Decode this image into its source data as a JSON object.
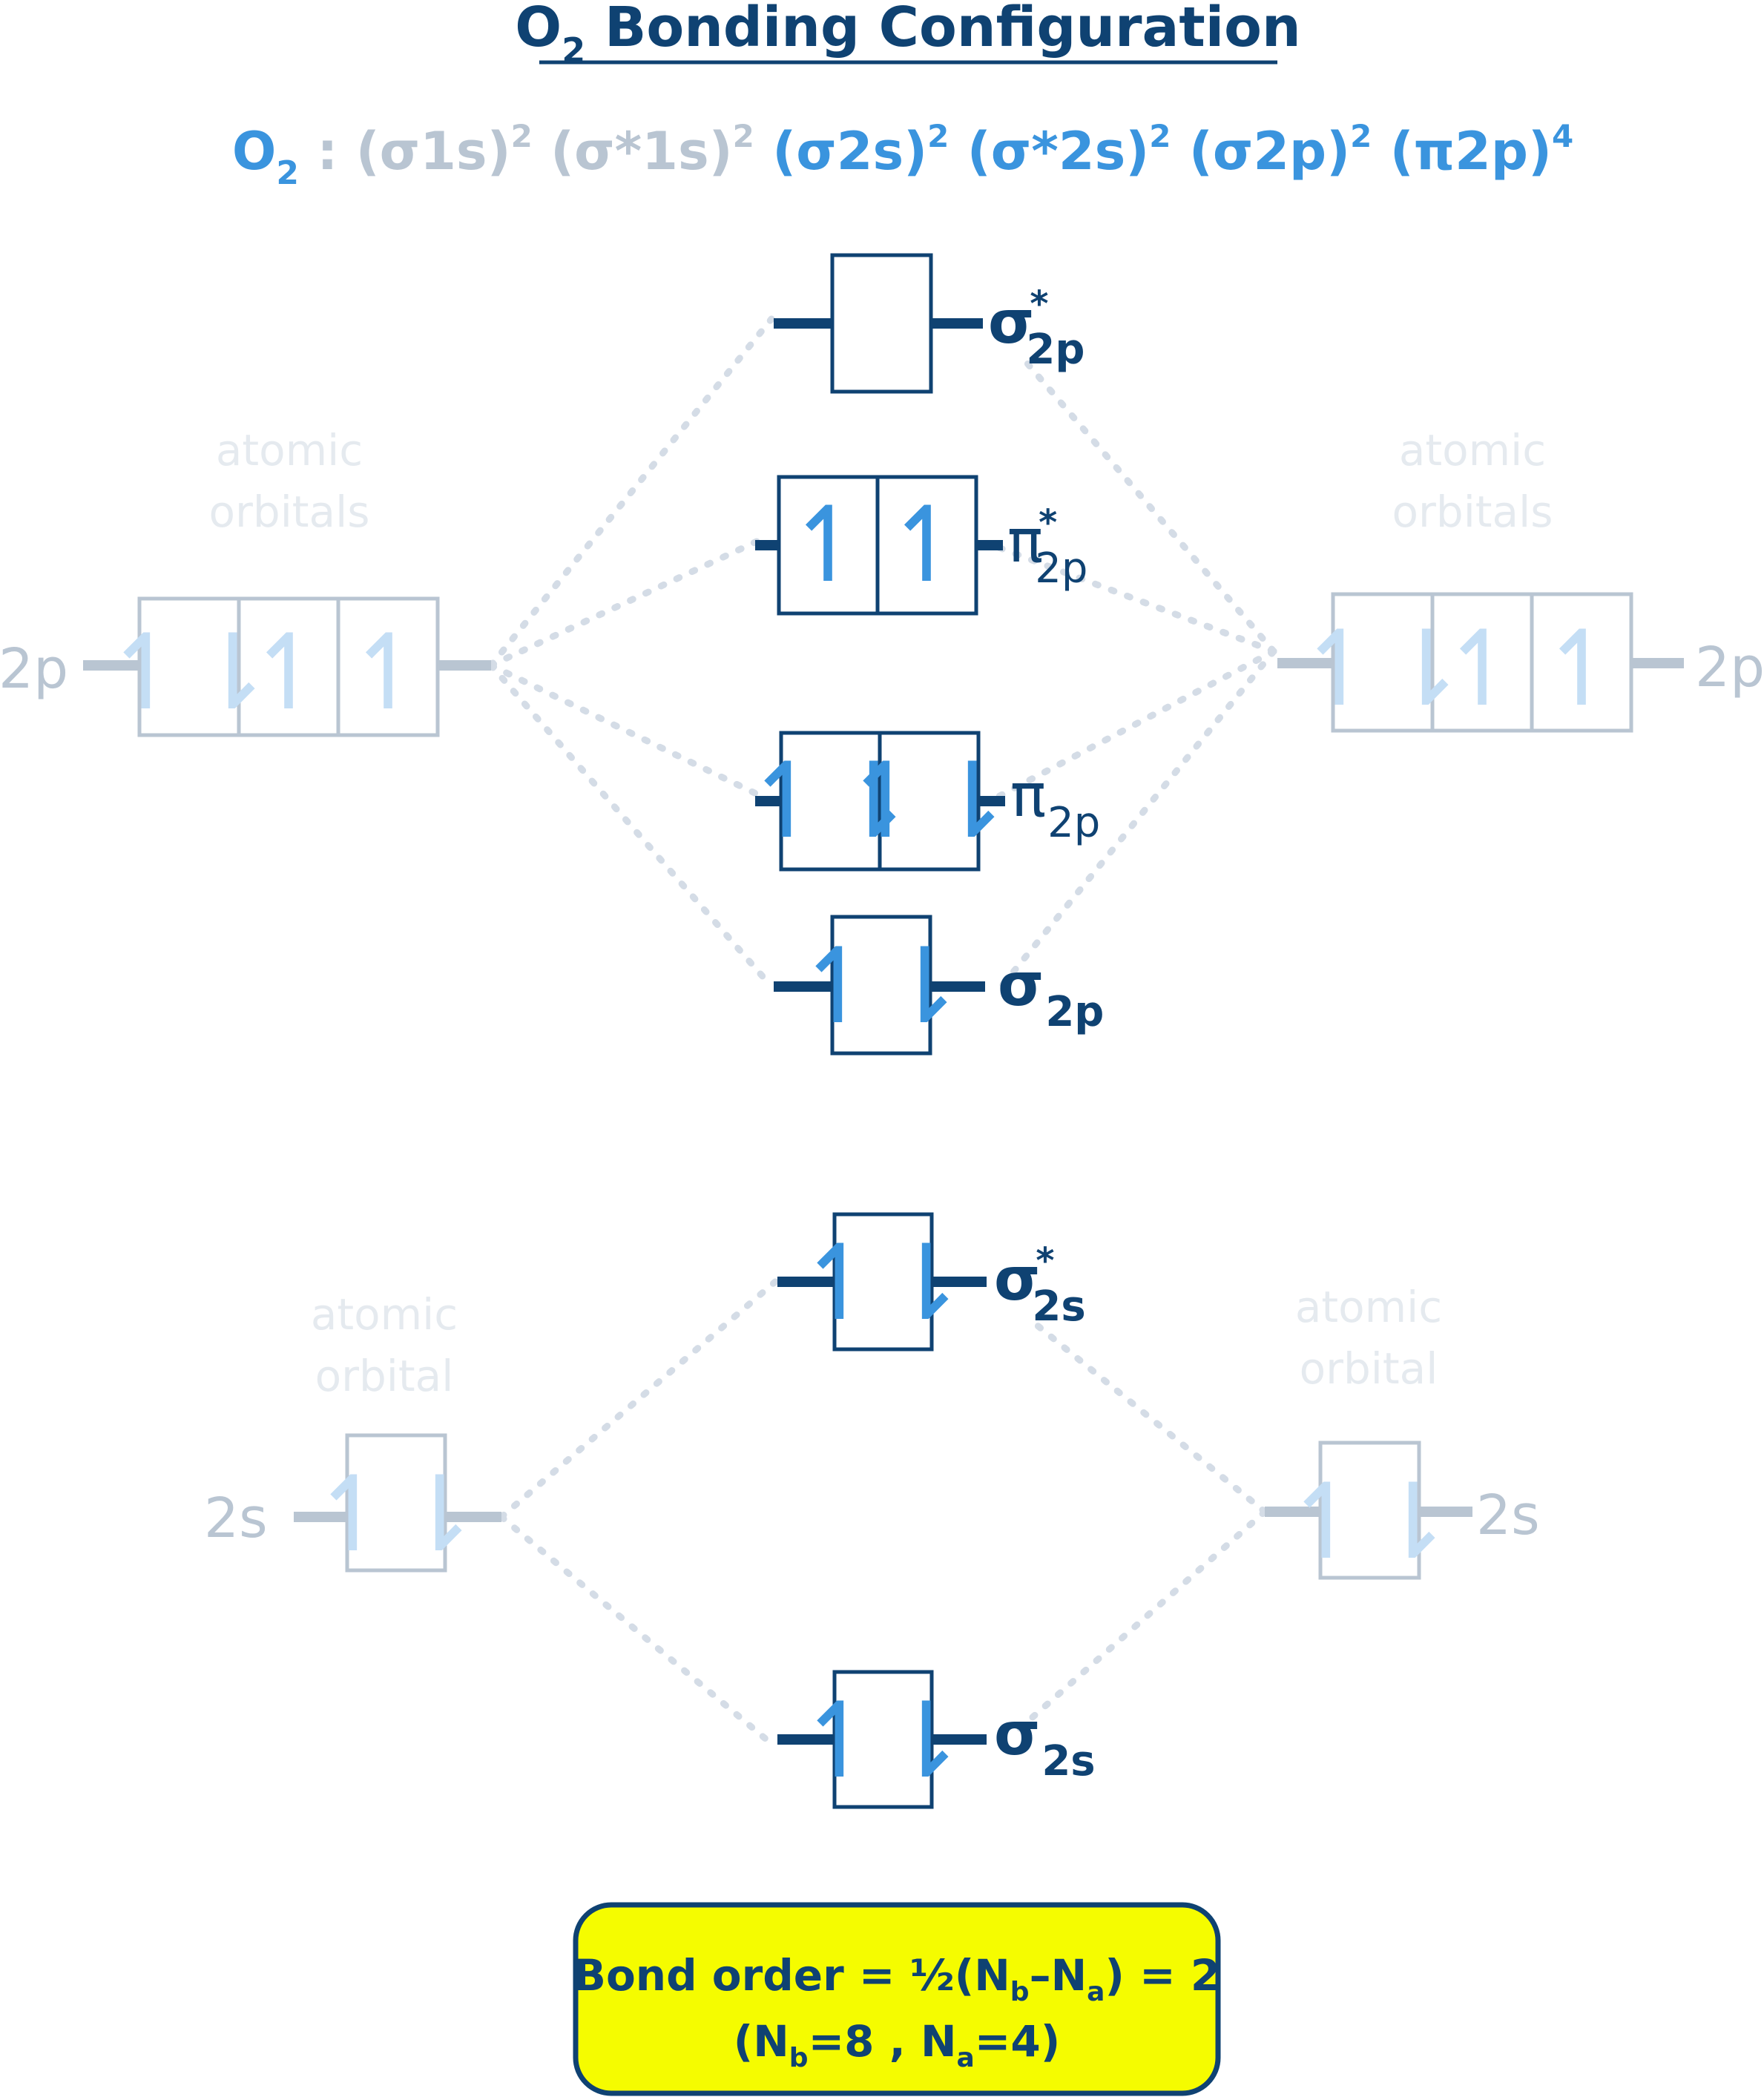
{
  "title": {
    "main": "O",
    "sub": "2",
    "rest": " Bonding Configuration"
  },
  "configuration": {
    "molecule": "O",
    "molecule_sub": "2",
    "colon": " : ",
    "terms": [
      {
        "text": "(σ1s)",
        "exp": "2",
        "faded": true
      },
      {
        "text": "(σ*1s)",
        "exp": "2",
        "faded": true
      },
      {
        "text": "(σ2s)",
        "exp": "2",
        "faded": false
      },
      {
        "text": "(σ*2s)",
        "exp": "2",
        "faded": false
      },
      {
        "text": "(σ2p)",
        "exp": "2",
        "faded": false
      },
      {
        "text": "(π2p)",
        "exp": "4",
        "faded": false
      }
    ]
  },
  "atomic_labels": {
    "left_2p": [
      "atomic",
      "orbitals"
    ],
    "right_2p": [
      "atomic",
      "orbitals"
    ],
    "left_2s": [
      "atomic",
      "orbital"
    ],
    "right_2s": [
      "atomic",
      "orbital"
    ]
  },
  "atomic_levels": {
    "left_2p": {
      "label": "2p",
      "boxes": [
        "↿⇂",
        "↿",
        "↿"
      ]
    },
    "right_2p": {
      "label": "2p",
      "boxes": [
        "↿⇂",
        "↿",
        "↿"
      ]
    },
    "left_2s": {
      "label": "2s",
      "boxes": [
        "↿⇂"
      ]
    },
    "right_2s": {
      "label": "2s",
      "boxes": [
        "↿⇂"
      ]
    }
  },
  "molecular_orbitals": {
    "sigma_star_2p": {
      "symbol": "σ",
      "star": "*",
      "sub": "2p",
      "boxes": [
        ""
      ]
    },
    "pi_star_2p": {
      "symbol": "π",
      "star": "*",
      "sub": "2p",
      "boxes": [
        "↿",
        "↿"
      ]
    },
    "pi_2p": {
      "symbol": "π",
      "star": "",
      "sub": "2p",
      "boxes": [
        "↿⇂",
        "↿⇂"
      ]
    },
    "sigma_2p": {
      "symbol": "σ",
      "star": "",
      "sub": "2p",
      "boxes": [
        "↿⇂"
      ]
    },
    "sigma_star_2s": {
      "symbol": "σ",
      "star": "*",
      "sub": "2s",
      "boxes": [
        "↿⇂"
      ]
    },
    "sigma_2s": {
      "symbol": "σ",
      "star": "",
      "sub": "2s",
      "boxes": [
        "↿⇂"
      ]
    }
  },
  "bond_order": {
    "line1_pre": "Bond order = ½(N",
    "line1_sub1": "b",
    "line1_mid": "–N",
    "line1_sub2": "a",
    "line1_post": ") = 2",
    "line2_pre": "(N",
    "line2_sub1": "b",
    "line2_mid": "=8 , N",
    "line2_sub2": "a",
    "line2_post": "=4)"
  },
  "colors": {
    "dark_blue": "#0f4272",
    "electron_blue": "#3a94de",
    "faded_gray": "#b9c5d2",
    "faded_electron": "#c4def5",
    "label_faint": "#e5eaef",
    "dotted": "#d4dce6",
    "highlight": "#f5fc00"
  }
}
